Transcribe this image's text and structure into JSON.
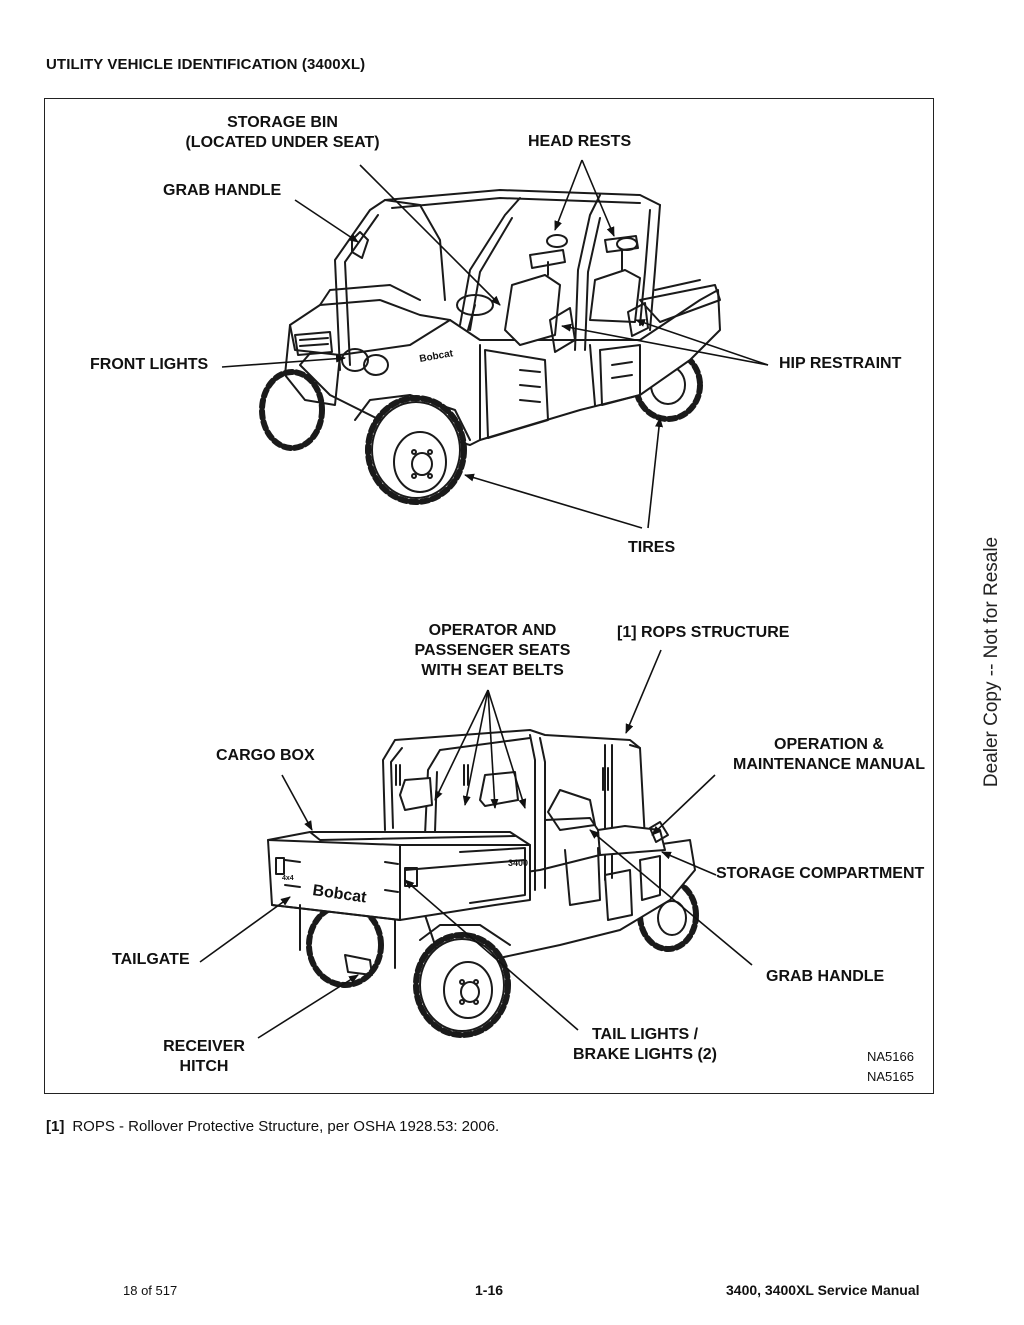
{
  "page": {
    "title": "UTILITY VEHICLE IDENTIFICATION (3400XL)",
    "watermark": "Dealer Copy -- Not for Resale"
  },
  "labels": {
    "storage_bin_line1": "STORAGE BIN",
    "storage_bin_line2": "(LOCATED UNDER SEAT)",
    "head_rests": "HEAD RESTS",
    "grab_handle_top": "GRAB HANDLE",
    "front_lights": "FRONT LIGHTS",
    "hip_restraint": "HIP RESTRAINT",
    "tires": "TIRES",
    "seats_line1": "OPERATOR AND",
    "seats_line2": "PASSENGER SEATS",
    "seats_line3": "WITH SEAT BELTS",
    "rops_structure": "[1] ROPS STRUCTURE",
    "cargo_box": "CARGO BOX",
    "manual_line1": "OPERATION &",
    "manual_line2": "MAINTENANCE MANUAL",
    "storage_compartment": "STORAGE COMPARTMENT",
    "tailgate": "TAILGATE",
    "grab_handle_bottom": "GRAB HANDLE",
    "receiver_line1": "RECEIVER",
    "receiver_line2": "HITCH",
    "tail_lights_line1": "TAIL LIGHTS /",
    "tail_lights_line2": "BRAKE LIGHTS (2)",
    "figure_code_1": "NA5166",
    "figure_code_2": "NA5165"
  },
  "vehicle_markings": {
    "brand": "Bobcat",
    "model": "3400",
    "badge": "4x4"
  },
  "footnote": {
    "marker": "[1]",
    "text": "ROPS - Rollover Protective Structure, per OSHA 1928.53: 2006."
  },
  "footer": {
    "page_count": "18 of 517",
    "page_number": "1-16",
    "manual_title": "3400, 3400XL Service Manual"
  }
}
